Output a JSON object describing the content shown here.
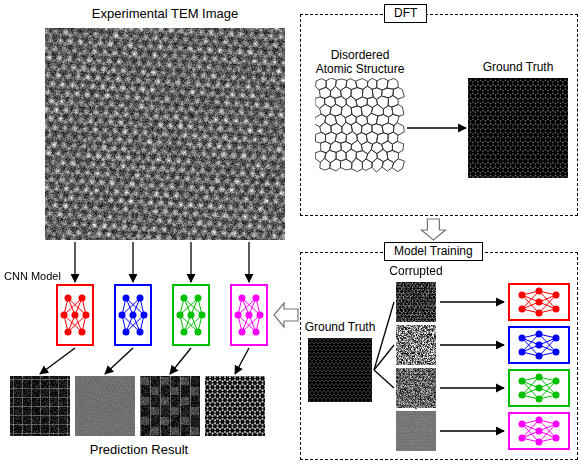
{
  "diagram": {
    "nodes": [
      {
        "text": [
          "Experimental TEM Image"
        ]
      },
      {
        "text": [
          "DFT"
        ]
      },
      {
        "text": [
          "Disordered Atomic Structure"
        ],
        "in": 1
      },
      {
        "text": [
          "Ground Truth"
        ],
        "in": 1
      },
      {
        "text": [
          "Model Training"
        ]
      },
      {
        "text": [
          "Ground Truth"
        ],
        "in": 4
      },
      {
        "text": [
          "Corrupted"
        ],
        "in": 4
      },
      {
        "text": [
          "CNN Model"
        ]
      },
      {
        "text": [
          "Prediction Result"
        ]
      }
    ],
    "edges": [
      {
        "from": 2,
        "to": 3,
        "arrow": "to"
      },
      {
        "from": 1,
        "to": 4,
        "arrow": "to"
      },
      {
        "from": 4,
        "to": 7,
        "arrow": "to"
      },
      {
        "from": 0,
        "to": 7,
        "arrow": "to"
      },
      {
        "from": 7,
        "to": 8,
        "arrow": "to"
      },
      {
        "from": 5,
        "to": 6,
        "arrow": "none"
      }
    ]
  }
}
